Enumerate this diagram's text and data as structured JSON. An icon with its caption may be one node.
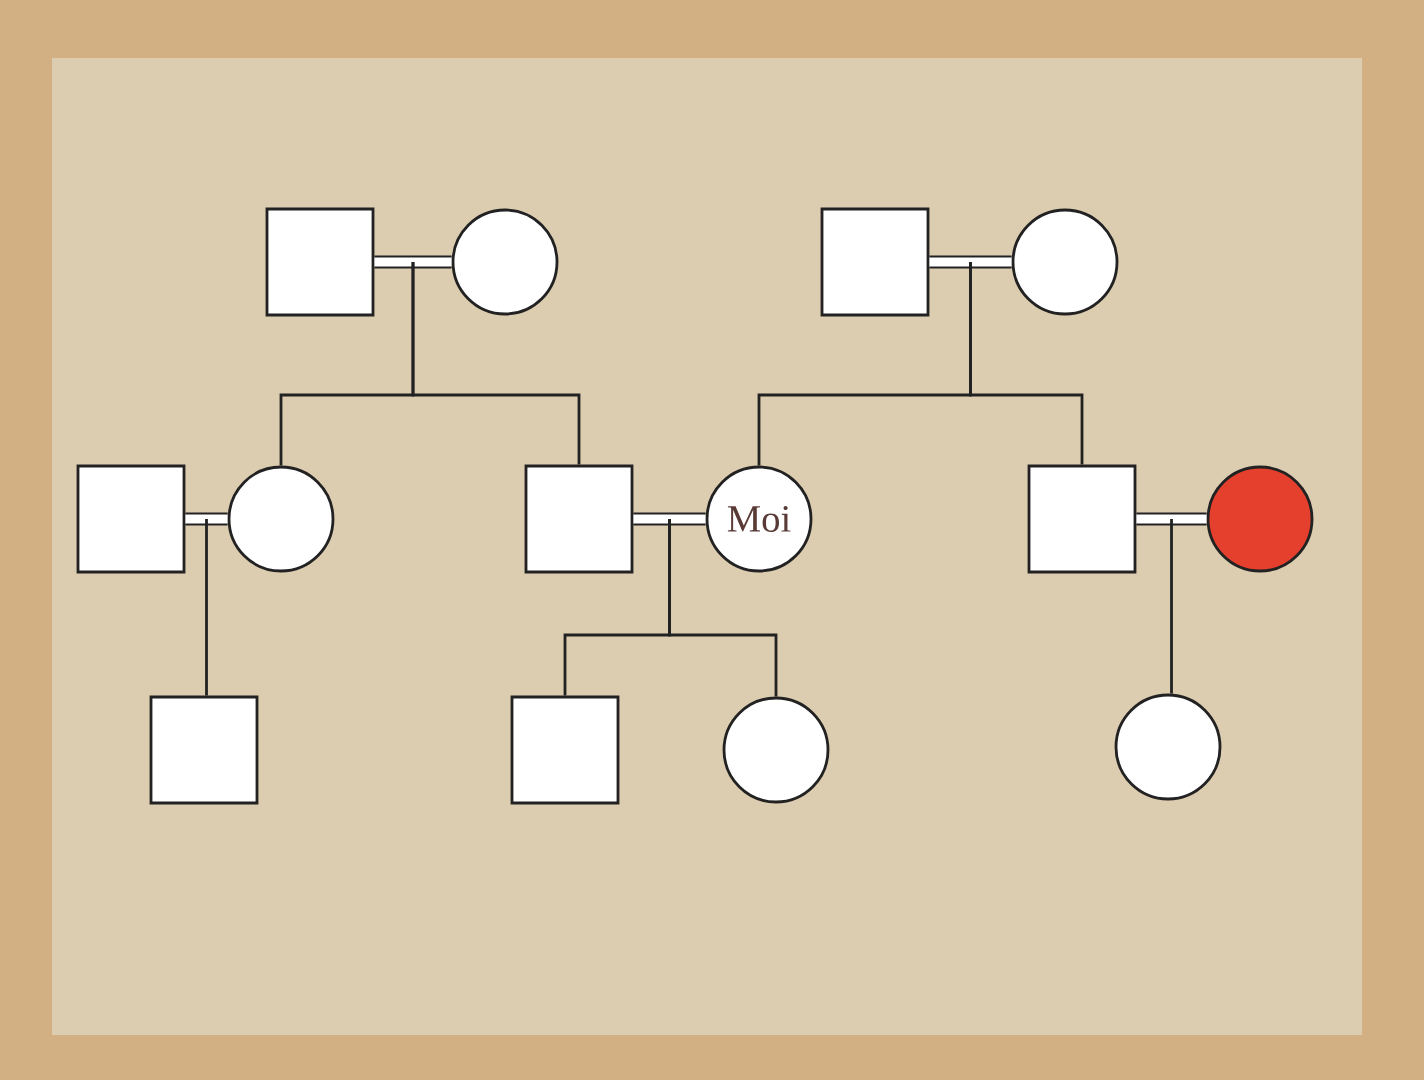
{
  "diagram": {
    "nodes": [
      {
        "text": [],
        "shape": "box"
      },
      {
        "text": [],
        "shape": "circle"
      },
      {
        "text": [],
        "shape": "box"
      },
      {
        "text": [],
        "shape": "circle"
      },
      {
        "text": [],
        "shape": "box"
      },
      {
        "text": [],
        "shape": "circle"
      },
      {
        "text": [],
        "shape": "box"
      },
      {
        "text": [
          "Moi"
        ]
      },
      {
        "text": [],
        "shape": "box"
      },
      {
        "text": [],
        "shape": "circle"
      },
      {
        "text": [],
        "shape": "box"
      },
      {
        "text": [],
        "shape": "box"
      },
      {
        "text": [],
        "shape": "circle"
      },
      {
        "text": [],
        "shape": "circle"
      }
    ],
    "edges": [
      {
        "from": 0,
        "to": 1,
        "arrow": "none",
        "style": "thick"
      },
      {
        "from": 2,
        "to": 3,
        "arrow": "none",
        "style": "thick"
      },
      {
        "from": 4,
        "to": 5,
        "arrow": "none",
        "style": "thick"
      },
      {
        "from": 6,
        "to": 7,
        "arrow": "none",
        "style": "thick"
      },
      {
        "from": 8,
        "to": 9,
        "arrow": "none",
        "style": "thick"
      },
      {
        "from": 0,
        "to": 5,
        "arrow": "none"
      },
      {
        "from": 0,
        "to": 6,
        "arrow": "none"
      },
      {
        "from": 2,
        "to": 7,
        "arrow": "none"
      },
      {
        "from": 2,
        "to": 8,
        "arrow": "none"
      },
      {
        "from": 4,
        "to": 10,
        "arrow": "none"
      },
      {
        "from": 6,
        "to": 11,
        "arrow": "none"
      },
      {
        "from": 6,
        "to": 12,
        "arrow": "none"
      },
      {
        "from": 8,
        "to": 13,
        "arrow": "none"
      }
    ]
  }
}
